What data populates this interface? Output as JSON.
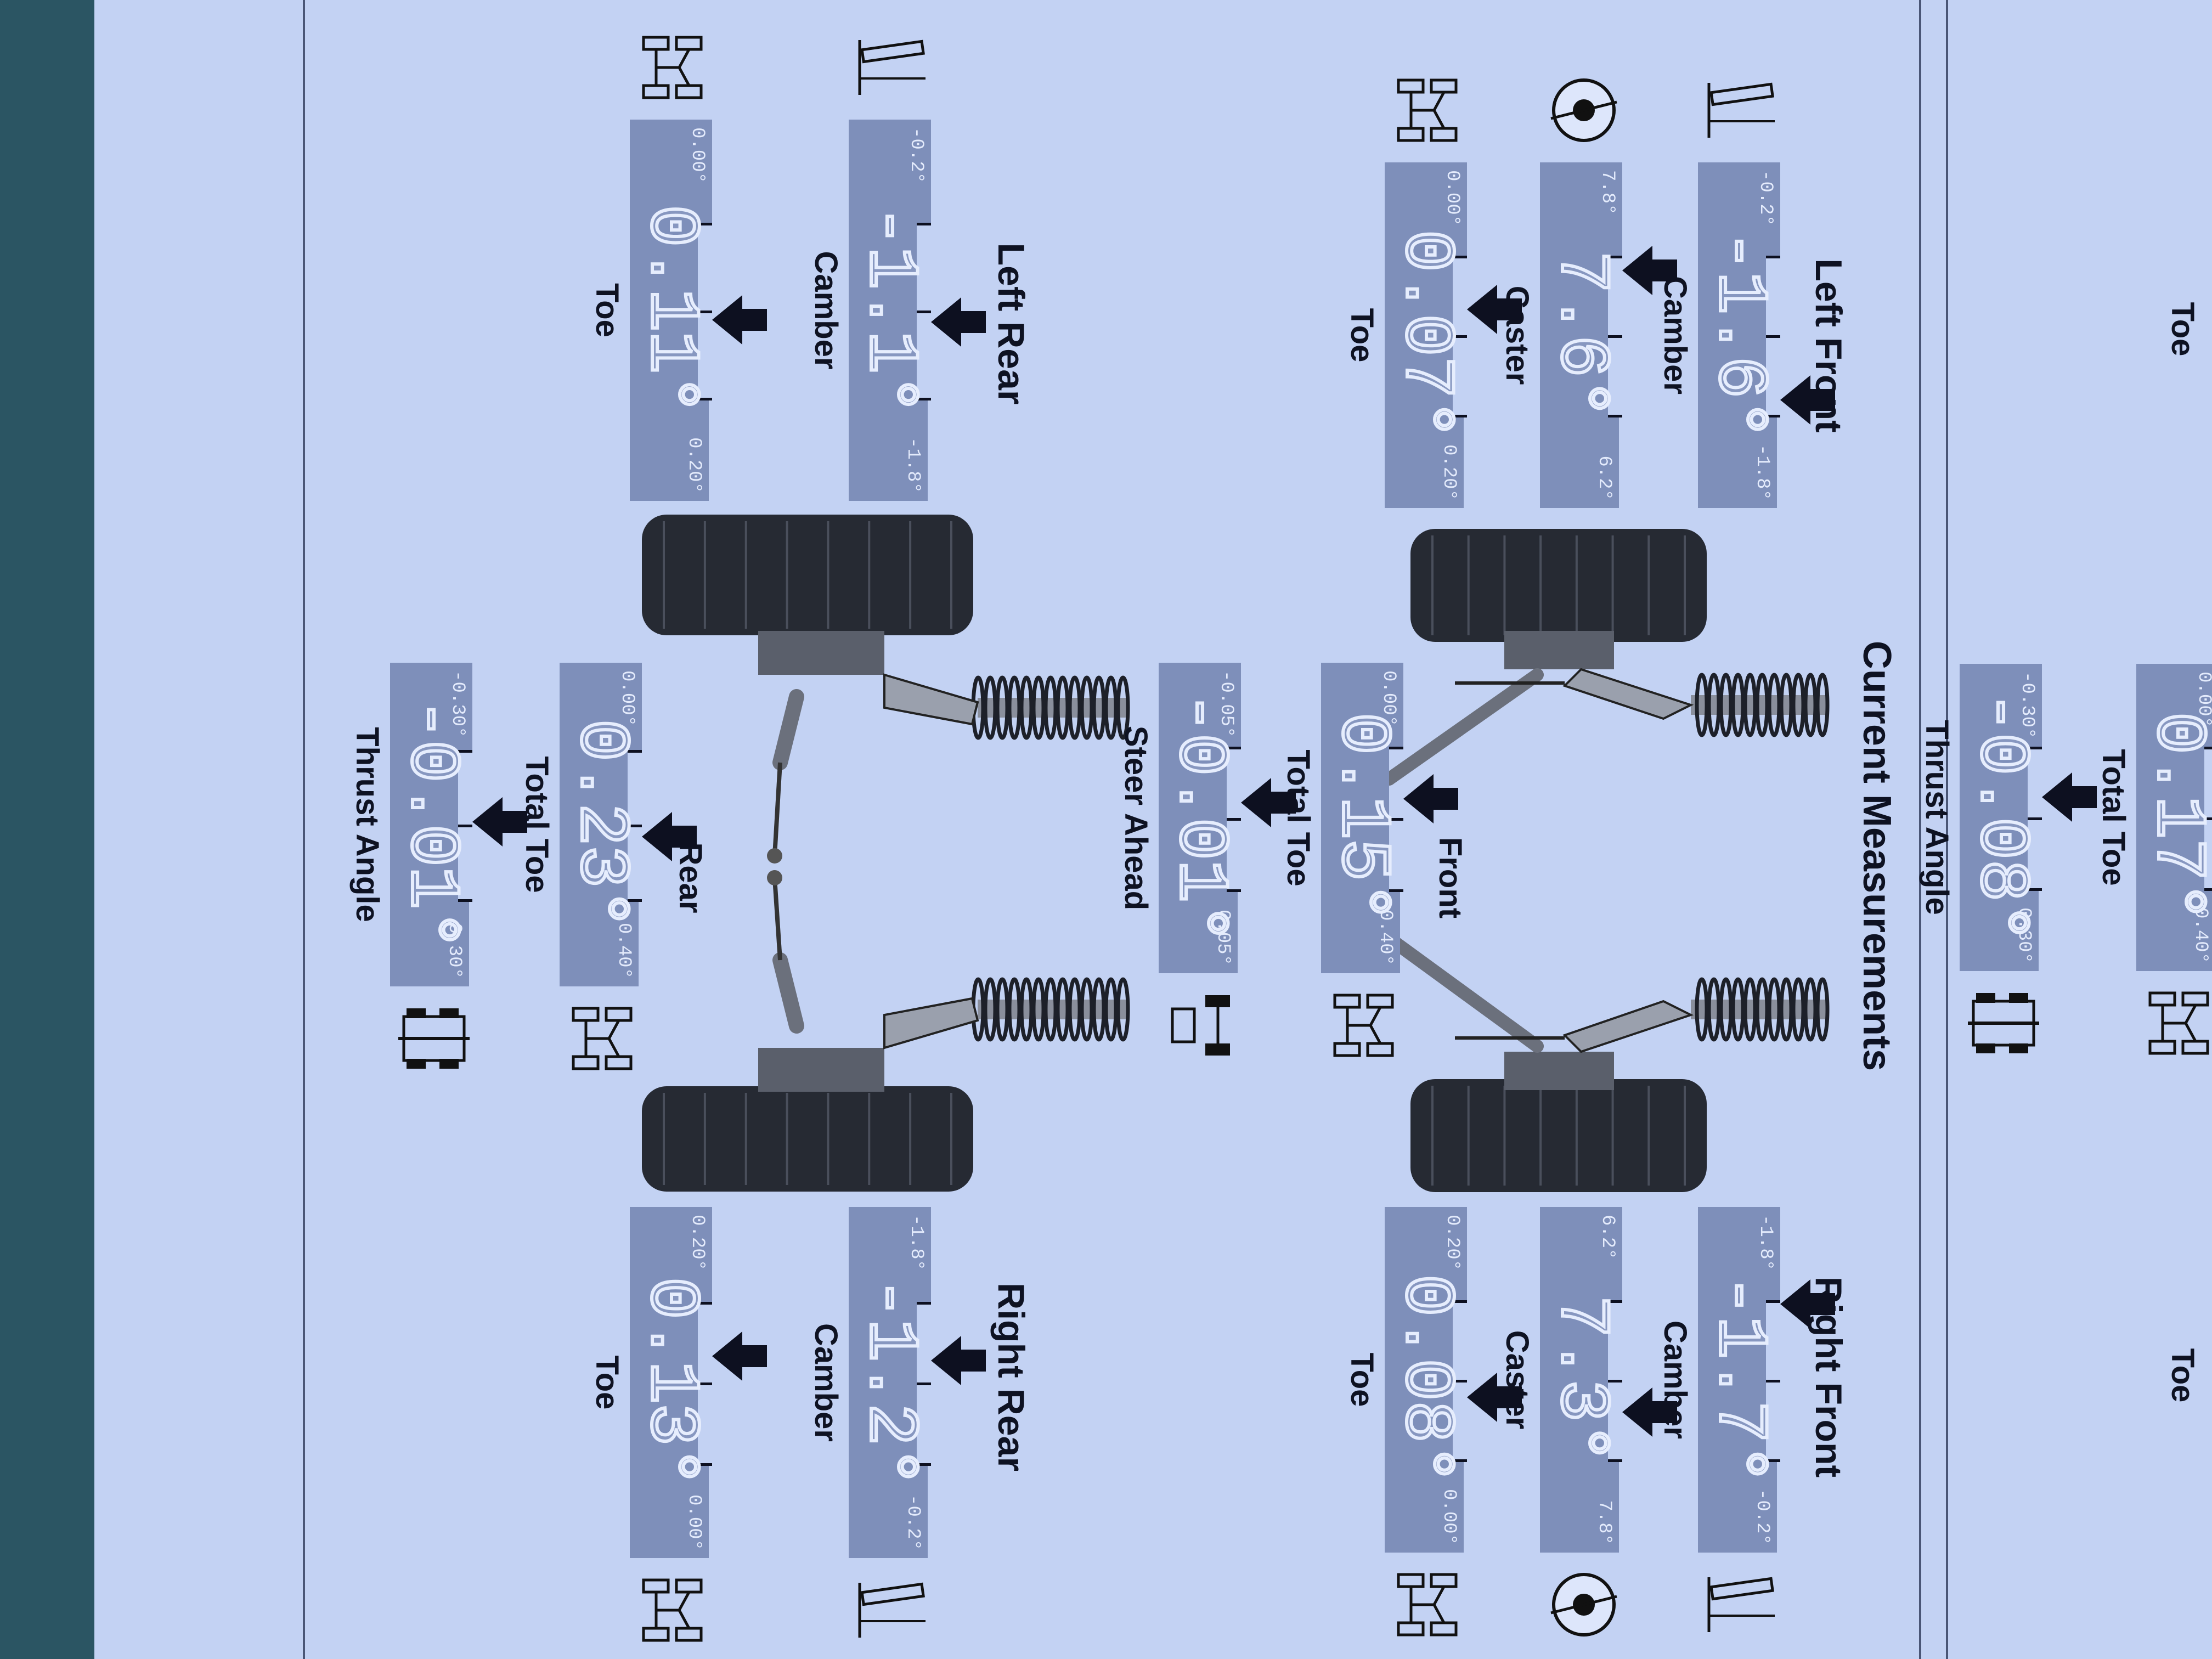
{
  "report": {
    "title": "Current Measurements"
  },
  "groups": {
    "left_front": "Left Front",
    "right_front": "Right Front",
    "front": "Front",
    "left_rear": "Left Rear",
    "right_rear": "Right Rear"
  },
  "gauges": [
    {
      "label": "Camber",
      "min": "-0.2°",
      "value": "-1.6°",
      "max": "-1.8°"
    },
    {
      "label": "Caster",
      "min": "7.8°",
      "value": "7.6°",
      "max": "6.2°"
    },
    {
      "label": "Toe",
      "min": "0.00°",
      "value": "0.07°",
      "max": "0.20°"
    },
    {
      "label": "Camber",
      "min": "-1.8°",
      "value": "-1.7°",
      "max": "-0.2°"
    },
    {
      "label": "Caster",
      "min": "6.2°",
      "value": "7.3°",
      "max": "7.8°"
    },
    {
      "label": "Toe",
      "min": "0.20°",
      "value": "0.08°",
      "max": "0.00°"
    },
    {
      "label": "Total Toe",
      "min": "0.00°",
      "value": "0.15°",
      "max": "0.40°"
    },
    {
      "label": "Steer Ahead",
      "min": "-0.05°",
      "value": "-0.01°",
      "max": "0.05°"
    },
    {
      "label": "Camber",
      "min": "-0.2°",
      "value": "-1.1°",
      "max": "-1.8°"
    },
    {
      "label": "Toe",
      "min": "0.00°",
      "value": "0.11°",
      "max": "0.20°"
    },
    {
      "label": "Camber",
      "min": "-1.8°",
      "value": "-1.2°",
      "max": "-0.2°"
    },
    {
      "label": "Toe",
      "min": "0.20°",
      "value": "0.13°",
      "max": "0.00°"
    },
    {
      "label": "Total Toe",
      "min": "0.00°",
      "value": "0.23°",
      "max": "0.40°"
    },
    {
      "label": "Thrust Angle",
      "min": "-0.30°",
      "value": "-0.01°",
      "max": "0.30°"
    },
    {
      "label": "Total Toe",
      "min": "0.00°",
      "value": "0.17°",
      "max": "0.40°"
    },
    {
      "label": "Thrust Angle",
      "min": "-0.30°",
      "value": "-0.08°",
      "max": "0.30°"
    }
  ],
  "previous_section": {
    "toe_left": "Toe",
    "toe_right": "Toe"
  }
}
